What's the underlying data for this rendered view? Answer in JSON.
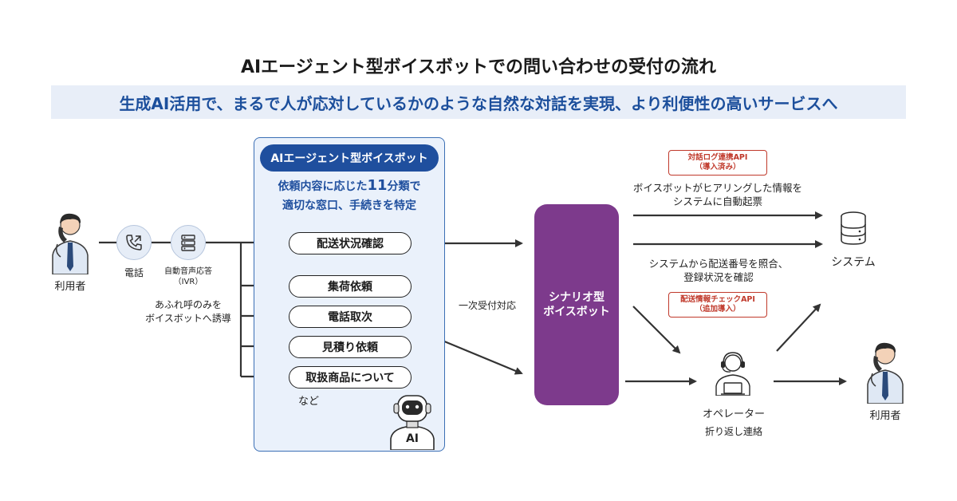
{
  "title": "AIエージェント型ボイスボットでの問い合わせの受付の流れ",
  "banner": "生成AI活用で、まるで人が応対しているかのような自然な対話を実現、より利便性の高いサービスへ",
  "caller": {
    "label": "利用者"
  },
  "phone": {
    "label": "電話"
  },
  "ivr": {
    "label_line1": "自動音声応答",
    "label_line2": "（IVR）"
  },
  "ivr_note": {
    "line1": "あふれ呼のみを",
    "line2": "ボイスボットへ誘導"
  },
  "panel": {
    "header": "AIエージェント型ボイスボット",
    "desc_prefix": "依頼内容に応じた",
    "desc_number": "11",
    "desc_suffix": "分類で",
    "desc_line2": "適切な窓口、手続きを特定",
    "options": [
      "配送状況確認",
      "集荷依頼",
      "電話取次",
      "見積り依頼",
      "取扱商品について"
    ],
    "etc": "など",
    "robot_badge": "AI"
  },
  "first_reception": "一次受付対応",
  "scenario": {
    "line1": "シナリオ型",
    "line2": "ボイスボット"
  },
  "api1": {
    "line1": "対話ログ連携API",
    "line2": "（導入済み）"
  },
  "note1": {
    "line1": "ボイスボットがヒアリングした情報を",
    "line2": "システムに自動起票"
  },
  "system": {
    "label": "システム"
  },
  "note2": {
    "line1": "システムから配送番号を照合、",
    "line2": "登録状況を確認"
  },
  "api2": {
    "line1": "配送情報チェックAPI",
    "line2": "（追加導入）"
  },
  "operator": {
    "label": "オペレーター",
    "sublabel": "折り返し連絡"
  },
  "caller2": {
    "label": "利用者"
  },
  "colors": {
    "accent_blue": "#1f4f9e",
    "scenario_purple": "#7d3a8c",
    "api_red": "#c0392b"
  }
}
